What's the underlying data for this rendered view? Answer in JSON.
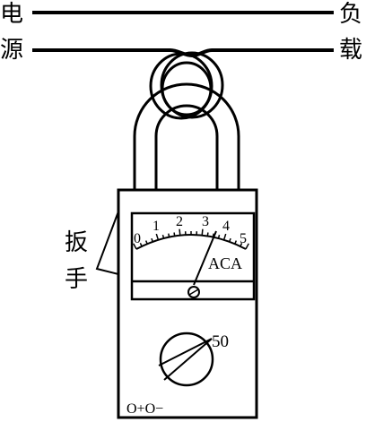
{
  "labels": {
    "power_source": [
      "电",
      "源"
    ],
    "load": [
      "负",
      "载"
    ],
    "wrench": [
      "扳",
      "手"
    ]
  },
  "meter": {
    "scale_ticks": [
      "0",
      "1",
      "2",
      "3",
      "4",
      "5"
    ],
    "unit": "ACA",
    "range_value": "50",
    "terminals": "O+O−"
  }
}
